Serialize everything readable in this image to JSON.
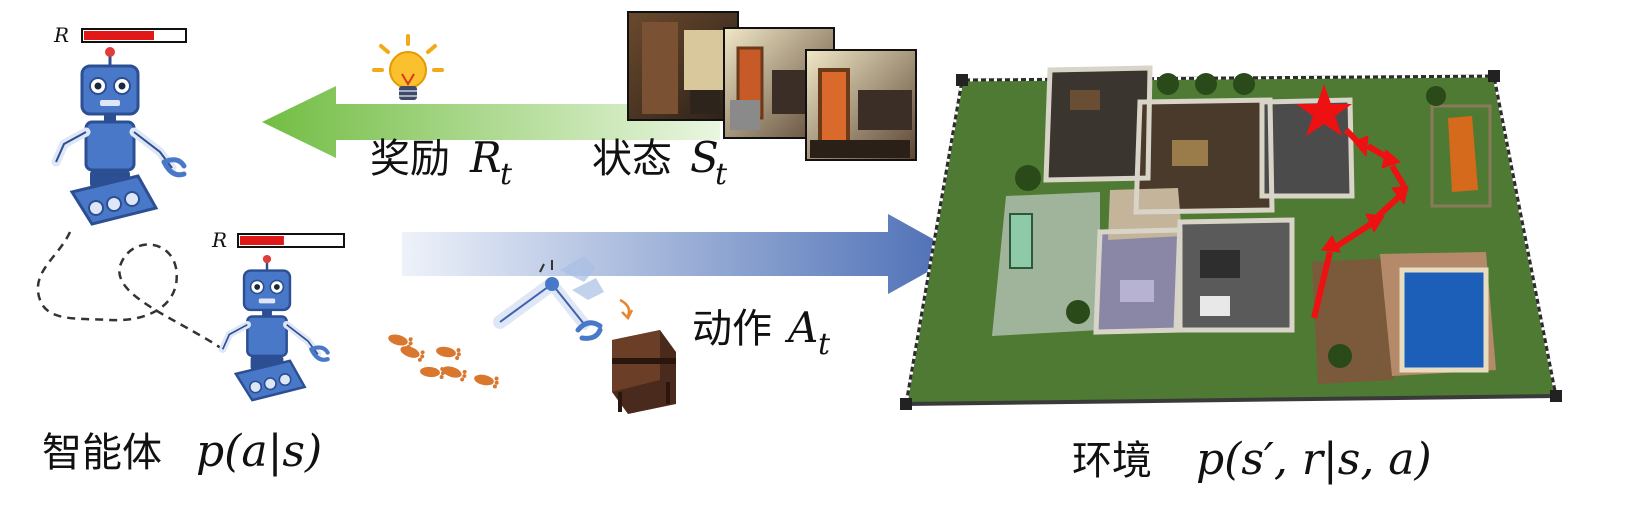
{
  "labels": {
    "reward": "奖励",
    "reward_sym": "R",
    "reward_sub": "t",
    "state": "状态",
    "state_sym": "S",
    "state_sub": "t",
    "action": "动作",
    "action_sym": "A",
    "action_sub": "t",
    "agent": "智能体",
    "agent_formula": "p(a|s)",
    "env": "环境",
    "env_formula": "p(s′, r|s, a)",
    "r_bar1": "R",
    "r_bar2": "R"
  },
  "reward_bars": [
    0.7,
    0.43
  ],
  "colors": {
    "robot": "#4a78c8",
    "robot_dark": "#2c4f93",
    "reward_fill": "#e01818",
    "reward_arrow": "#7cc34c",
    "action_arrow": "#5877b8",
    "grass": "#4f7a33",
    "path_arrow": "#ee1111",
    "footprint": "#d9772e"
  }
}
